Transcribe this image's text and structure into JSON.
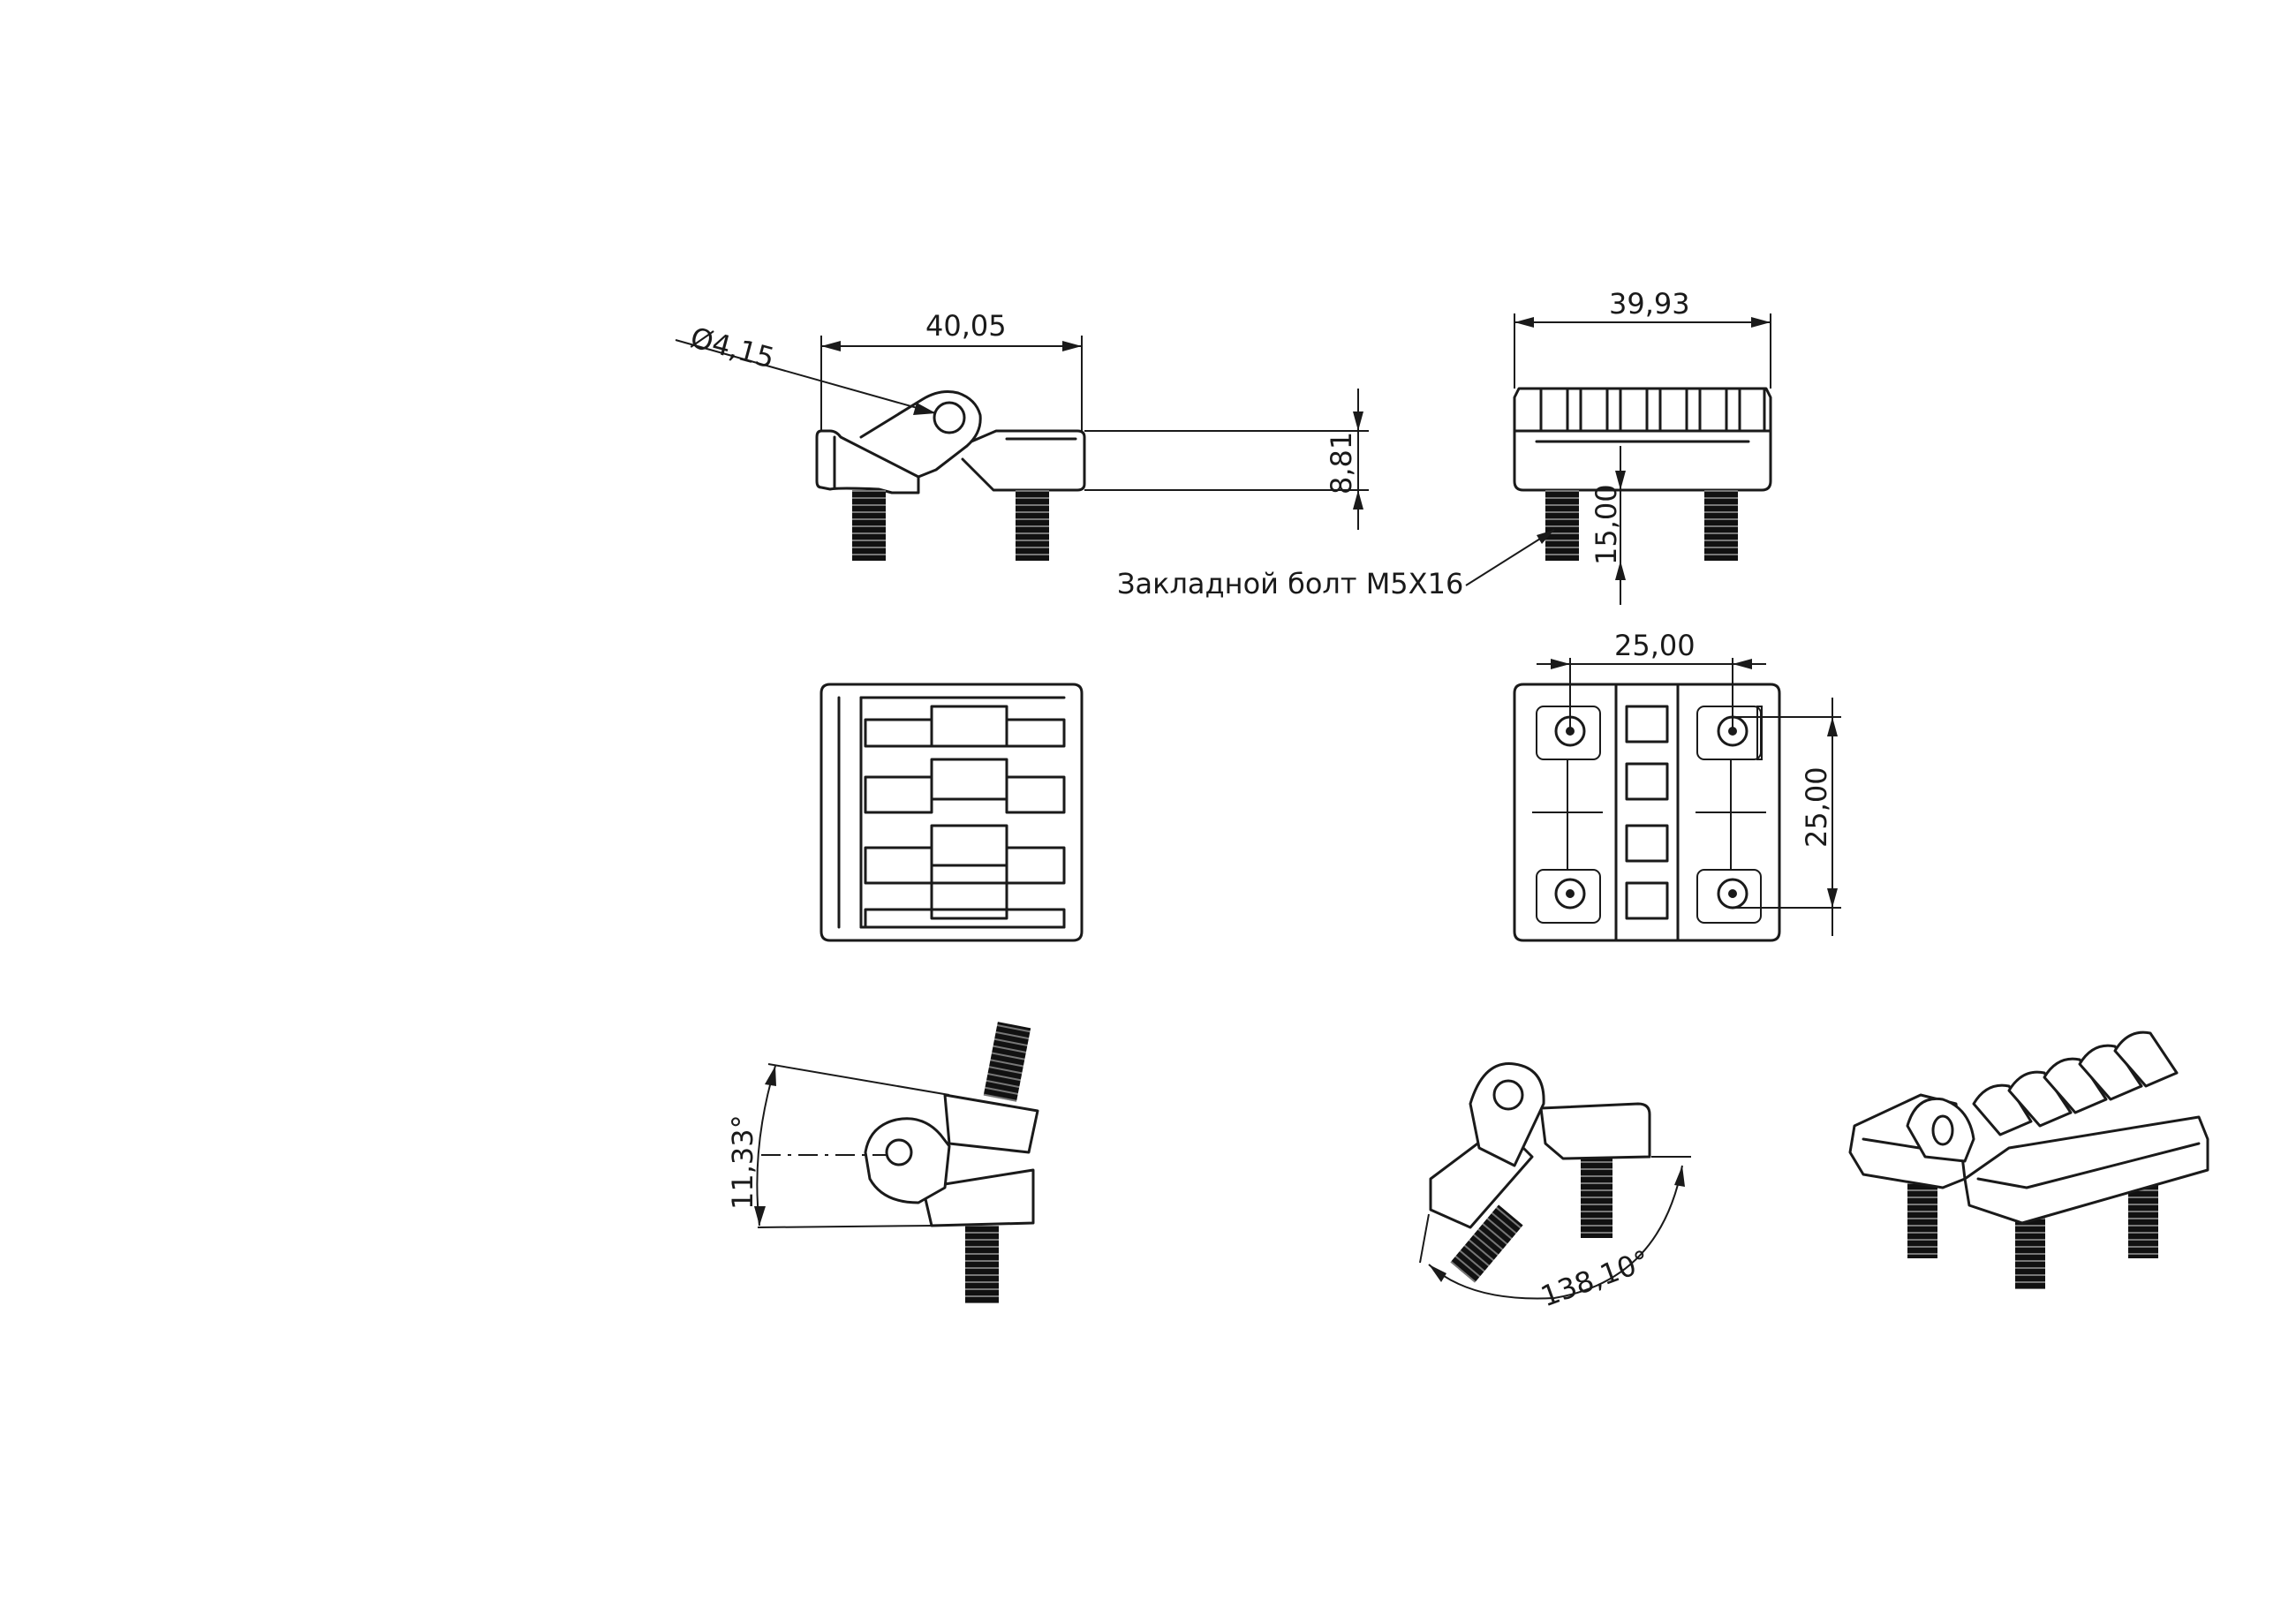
{
  "dimensions": {
    "hole_diameter": "Ø4,15",
    "side_width": "40,05",
    "side_height": "8,81",
    "front_width": "39,93",
    "bolt_length": "15,00",
    "bolt_label": "Закладной болт M5X16",
    "hole_spacing_x": "25,00",
    "hole_spacing_y": "25,00",
    "angle_small": "11,33°",
    "angle_open": "138,10°"
  }
}
